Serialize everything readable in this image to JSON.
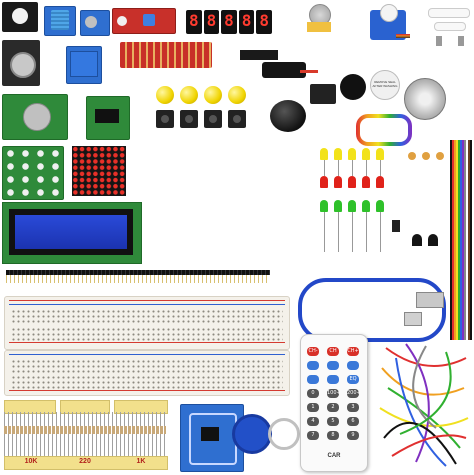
{
  "resistor_labels": [
    "10K",
    "220",
    "1K"
  ],
  "seven_segment_digits": [
    "8",
    "8",
    "8",
    "8",
    "8"
  ],
  "lcd_text": "",
  "remote": {
    "brand_label": "CAR",
    "eq_label": "EQ",
    "numbers": [
      "100+",
      "200+",
      "0",
      "1",
      "2",
      "3",
      "4",
      "5",
      "6",
      "7",
      "8",
      "9"
    ],
    "top_buttons": [
      "CH-",
      "CH",
      "CH+"
    ]
  },
  "sound_sensor_text": "REMOVE SEAL AFTER WASHING",
  "colors": {
    "led_red": "#e0221a",
    "led_green": "#2fc12a",
    "led_yellow": "#f2e21a",
    "usb_cable": "#2348c8",
    "module_blue": "#2f6fd0",
    "module_green": "#2f8a3a"
  }
}
